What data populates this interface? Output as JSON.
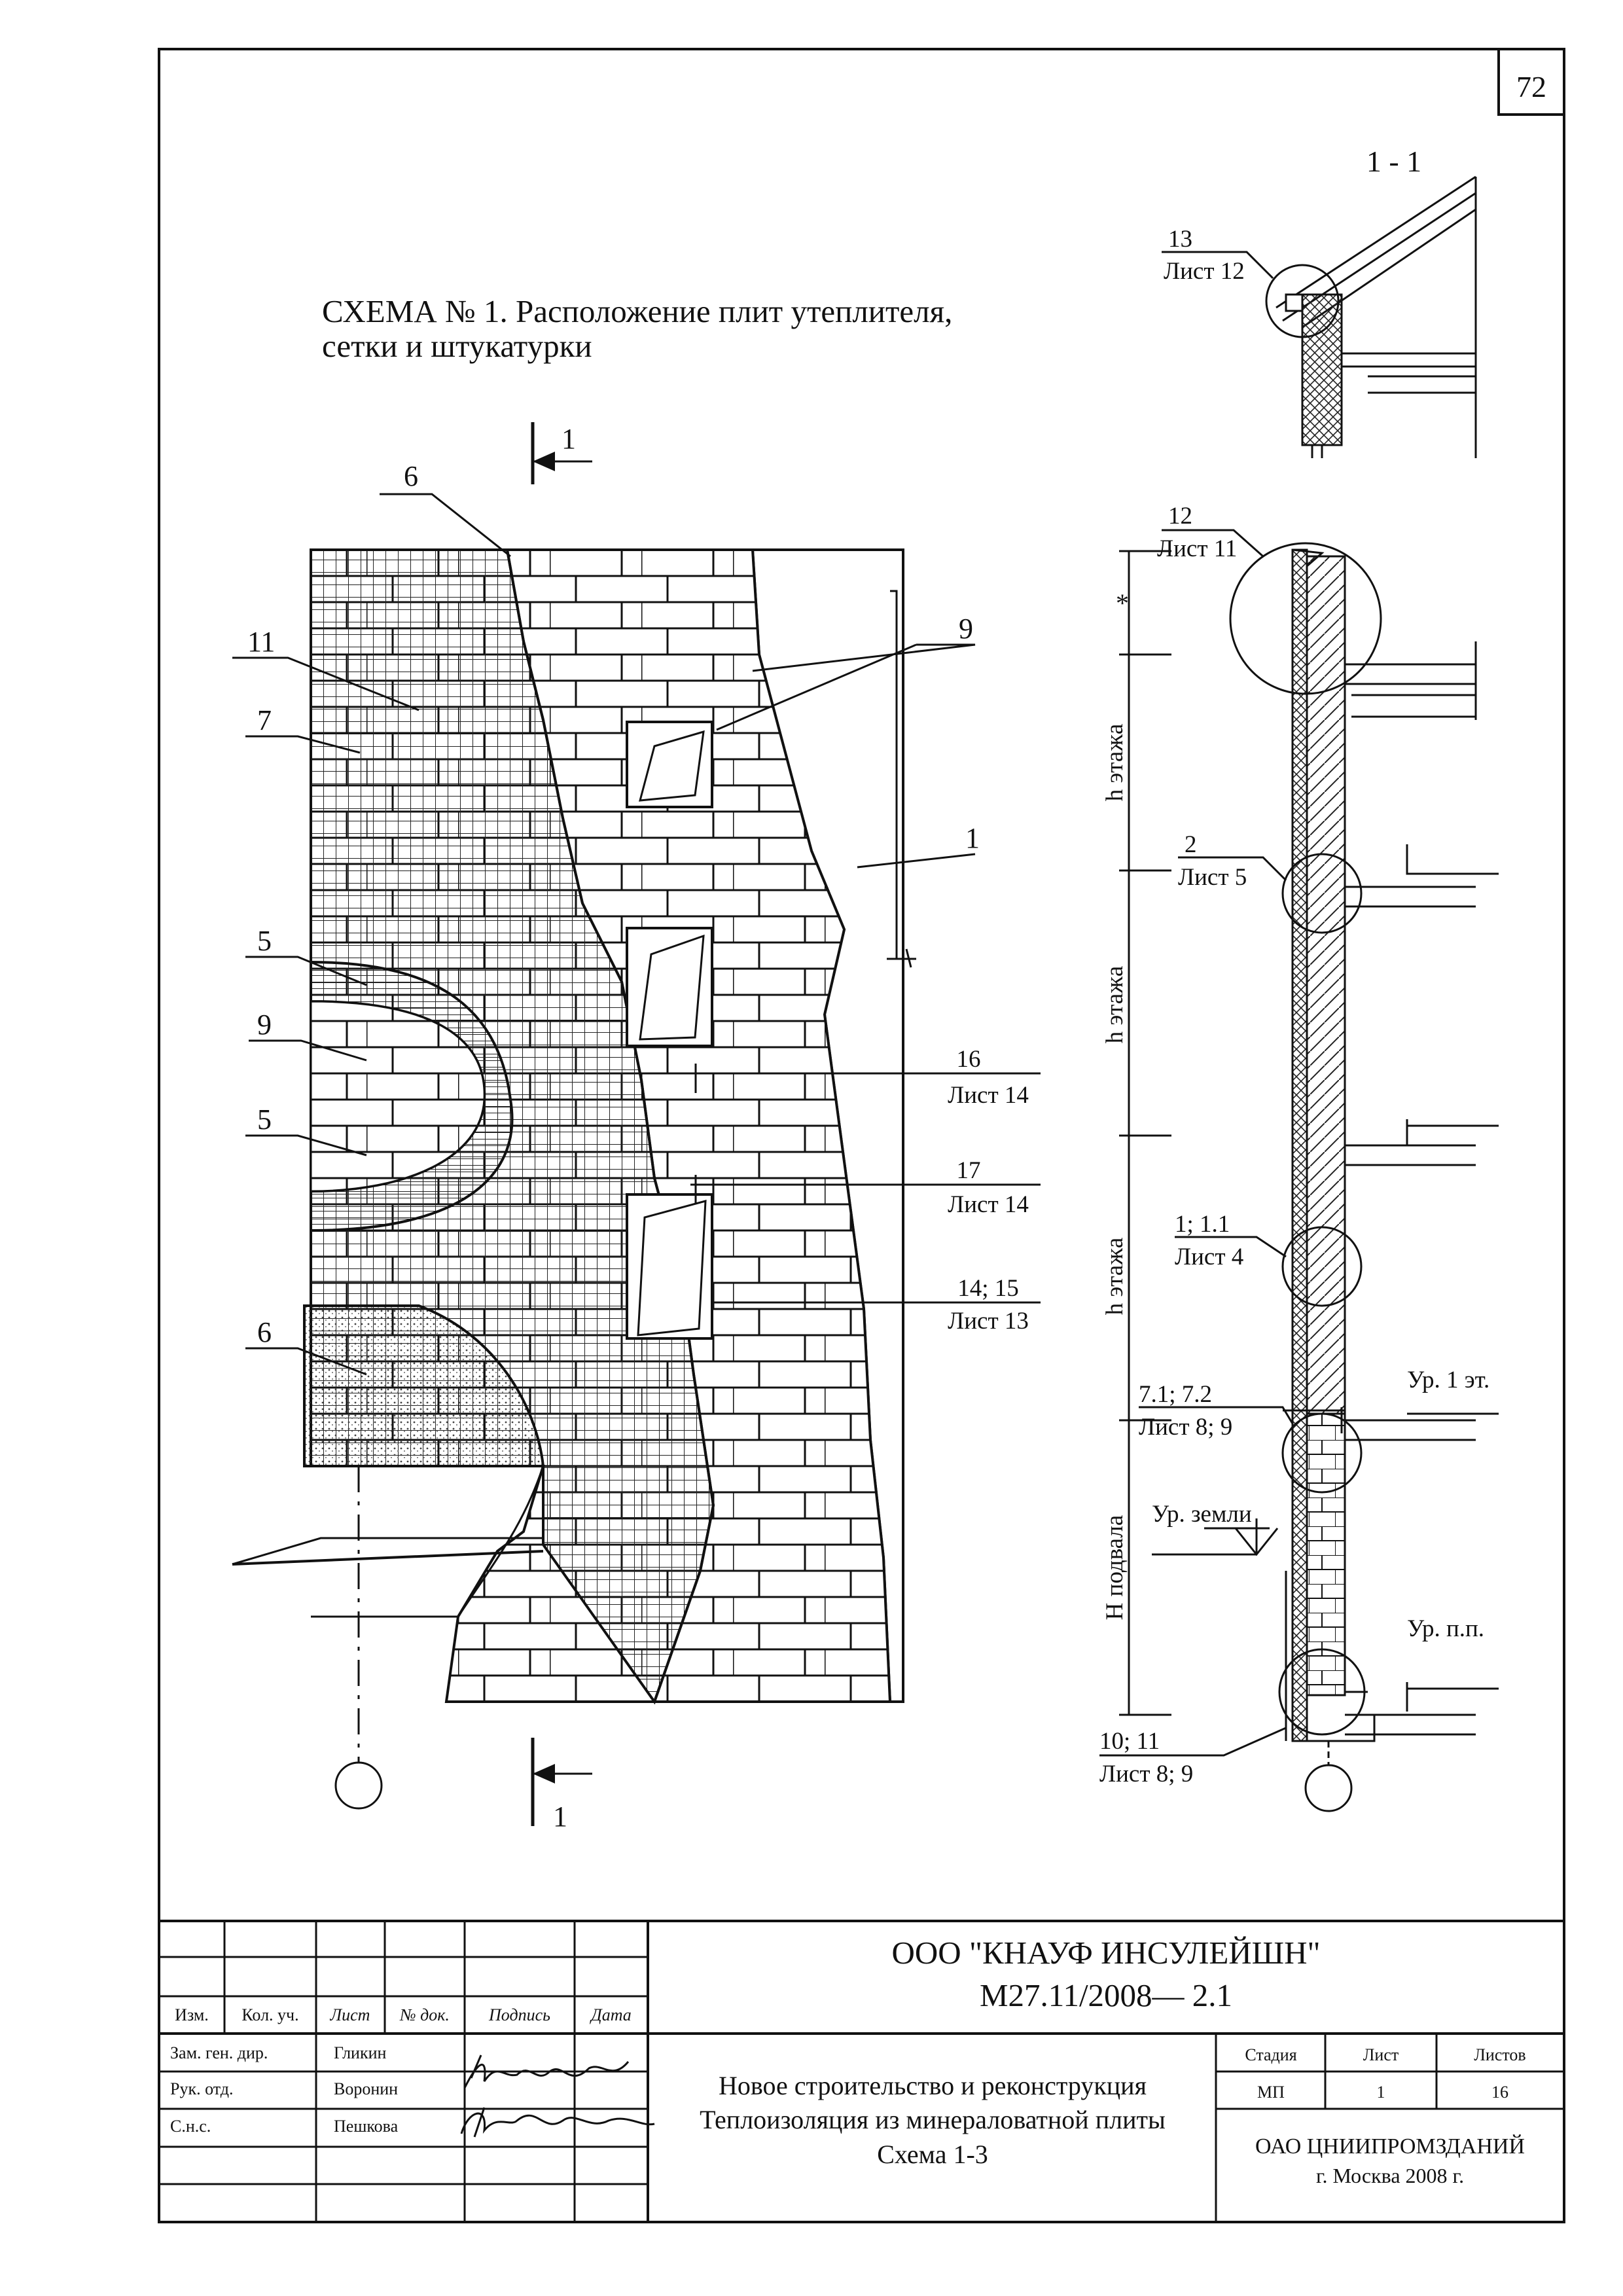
{
  "sheet_number": "72",
  "title": {
    "line1": "СХЕМА № 1. Расположение плит утеплителя,",
    "line2": "сетки и штукатурки"
  },
  "section_cut_label": "1",
  "section_title": "1 - 1",
  "elevation_callouts": [
    "6",
    "11",
    "7",
    "5",
    "9",
    "5",
    "6",
    "9",
    "1"
  ],
  "elevation_refs": [
    {
      "num": "16",
      "sheet": "Лист 14"
    },
    {
      "num": "17",
      "sheet": "Лист 14"
    },
    {
      "num": "14; 15",
      "sheet": "Лист 13"
    }
  ],
  "section_refs": [
    {
      "num": "13",
      "sheet": "Лист 12"
    },
    {
      "num": "12",
      "sheet": "Лист 11"
    },
    {
      "num": "2",
      "sheet": "Лист 5"
    },
    {
      "num": "1; 1.1",
      "sheet": "Лист 4"
    },
    {
      "num": "7.1; 7.2",
      "sheet": "Лист 8; 9"
    },
    {
      "num": "10; 11",
      "sheet": "Лист 8; 9"
    }
  ],
  "dimensions": {
    "star": "*",
    "h_floor": "h этажа",
    "h_basement": "H подвала"
  },
  "levels": {
    "first_floor": "Ур. 1 эт.",
    "ground": "Ур. земли",
    "floor": "Ур. п.п."
  },
  "title_block": {
    "headers": [
      "Изм.",
      "Кол. уч.",
      "Лист",
      "№ док.",
      "Подпись",
      "Дата"
    ],
    "roles": [
      {
        "role": "Зам. ген. дир.",
        "name": "Гликин"
      },
      {
        "role": "Рук. отд.",
        "name": "Воронин"
      },
      {
        "role": "С.н.с.",
        "name": "Пешкова"
      }
    ],
    "company": "ООО \"КНАУФ ИНСУЛЕЙШН\"",
    "doc_code": "М27.11/2008— 2.1",
    "description": [
      "Новое строительство и реконструкция",
      "Теплоизоляция из минераловатной плиты",
      "Схема 1-3"
    ],
    "stage_header": "Стадия",
    "sheet_header": "Лист",
    "sheets_header": "Листов",
    "stage": "МП",
    "sheet": "1",
    "sheets": "16",
    "organization": "ОАО ЦНИИПРОМЗДАНИЙ",
    "city_year": "г. Москва 2008 г."
  }
}
